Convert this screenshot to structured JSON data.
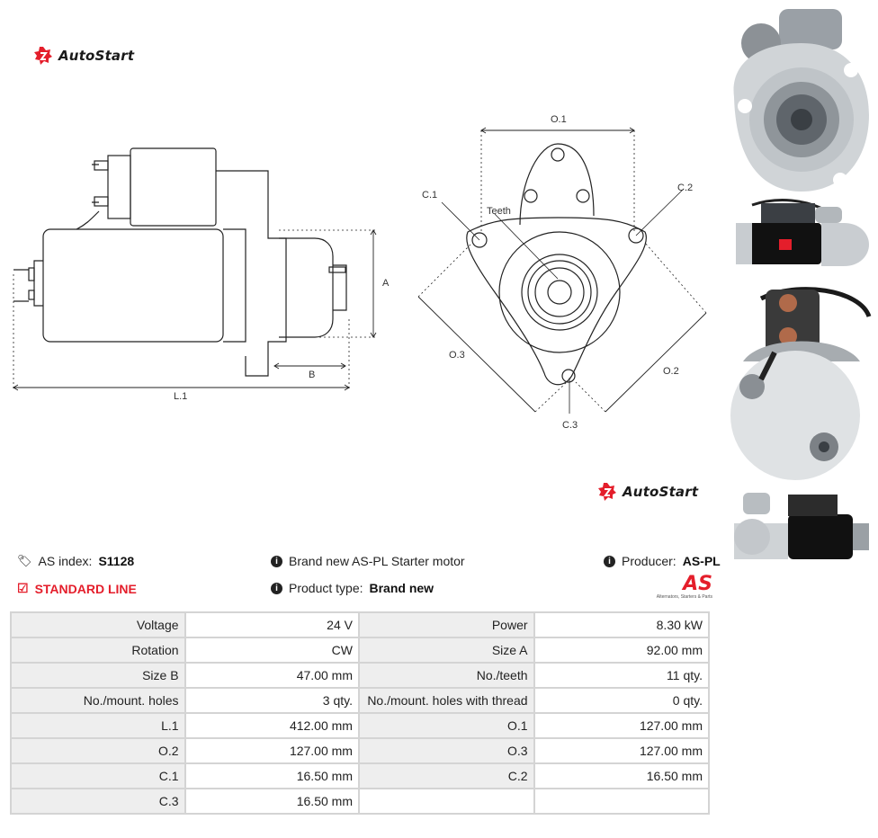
{
  "brand": {
    "logo_text": "AutoStart",
    "accent_color": "#e41e2b"
  },
  "drawings": {
    "side_view": {
      "labels": {
        "a": "A",
        "b": "B",
        "l1": "L.1"
      }
    },
    "front_view": {
      "labels": {
        "o1": "O.1",
        "o2": "O.2",
        "o3": "O.3",
        "c1": "C.1",
        "c2": "C.2",
        "c3": "C.3",
        "teeth": "Teeth"
      }
    }
  },
  "photos": [
    "starter-front-photo",
    "starter-top-photo",
    "starter-rear-photo",
    "starter-side-photo"
  ],
  "product": {
    "as_index_label": "AS index:",
    "as_index_value": "S1128",
    "line": "STANDARD LINE",
    "description": "Brand new AS-PL Starter motor",
    "product_type_label": "Product type:",
    "product_type_value": "Brand new",
    "producer_label": "Producer:",
    "producer_value": "AS-PL",
    "producer_logo_text": "AS",
    "producer_tagline": "Alternators, Starters & Parts"
  },
  "specs": {
    "rows": [
      [
        {
          "label": "Voltage",
          "value": "24 V"
        },
        {
          "label": "Power",
          "value": "8.30 kW"
        }
      ],
      [
        {
          "label": "Rotation",
          "value": "CW"
        },
        {
          "label": "Size A",
          "value": "92.00 mm"
        }
      ],
      [
        {
          "label": "Size B",
          "value": "47.00 mm"
        },
        {
          "label": "No./teeth",
          "value": "11 qty."
        }
      ],
      [
        {
          "label": "No./mount. holes",
          "value": "3 qty."
        },
        {
          "label": "No./mount. holes with thread",
          "value": "0 qty."
        }
      ],
      [
        {
          "label": "L.1",
          "value": "412.00 mm"
        },
        {
          "label": "O.1",
          "value": "127.00 mm"
        }
      ],
      [
        {
          "label": "O.2",
          "value": "127.00 mm"
        },
        {
          "label": "O.3",
          "value": "127.00 mm"
        }
      ],
      [
        {
          "label": "C.1",
          "value": "16.50 mm"
        },
        {
          "label": "C.2",
          "value": "16.50 mm"
        }
      ],
      [
        {
          "label": "C.3",
          "value": "16.50 mm"
        },
        {
          "label": "",
          "value": ""
        }
      ]
    ]
  }
}
